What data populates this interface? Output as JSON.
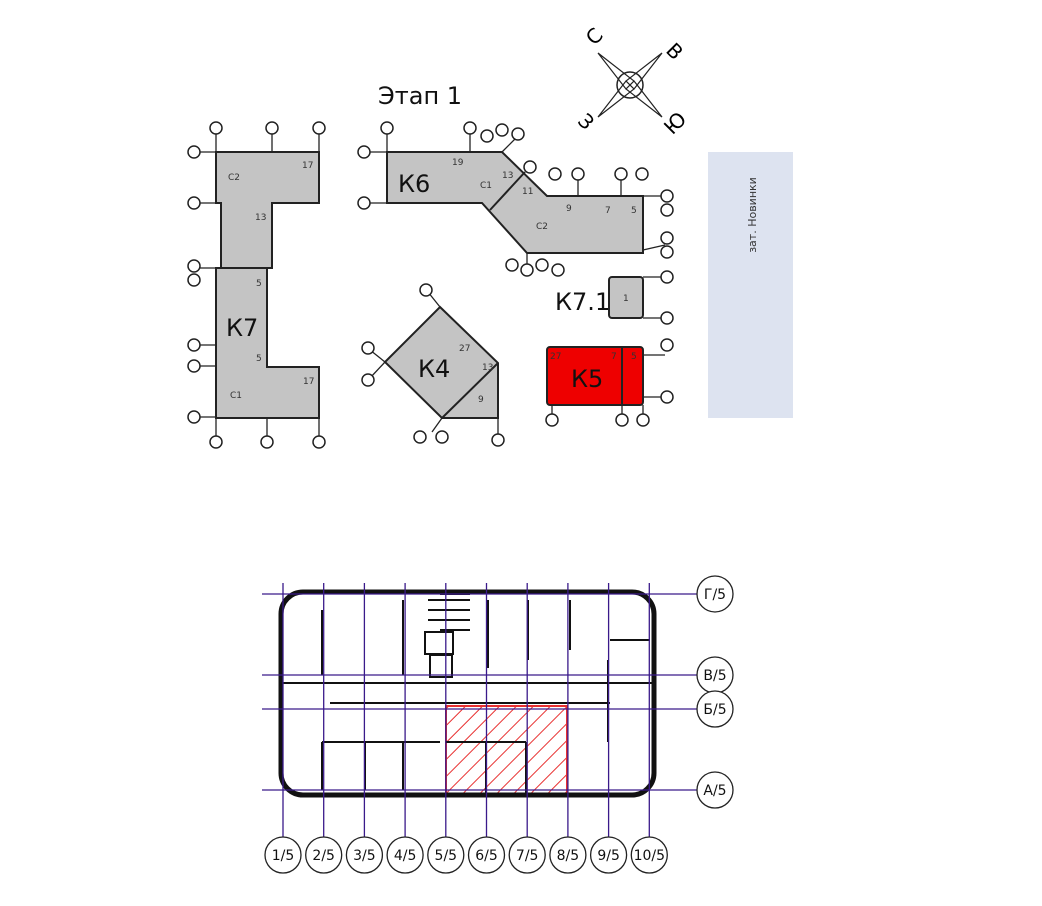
{
  "title": "Этап 1",
  "compass": {
    "north": "С",
    "east": "В",
    "south": "Ю",
    "west": "З"
  },
  "street": "зат. Новинки",
  "buildings": [
    {
      "name": "К7",
      "sections": [
        "С2",
        "17",
        "13",
        "5",
        "5",
        "С1",
        "17"
      ],
      "color": "#c4c4c4"
    },
    {
      "name": "К6",
      "sections": [
        "19",
        "С1",
        "13",
        "11",
        "9",
        "7",
        "5",
        "С2"
      ],
      "color": "#c4c4c4"
    },
    {
      "name": "К7.1",
      "sections": [
        "1"
      ],
      "color": "#c4c4c4"
    },
    {
      "name": "К4",
      "sections": [
        "27",
        "13",
        "9"
      ],
      "color": "#c4c4c4"
    },
    {
      "name": "К5",
      "sections": [
        "27",
        "7",
        "5"
      ],
      "color": "#ee0000",
      "highlighted": true
    }
  ],
  "floor_plan": {
    "column_axes": [
      "1/5",
      "2/5",
      "3/5",
      "4/5",
      "5/5",
      "6/5",
      "7/5",
      "8/5",
      "9/5",
      "10/5"
    ],
    "row_axes": [
      "Г/5",
      "В/5",
      "Б/5",
      "А/5"
    ],
    "highlight_color": "#e83030"
  }
}
